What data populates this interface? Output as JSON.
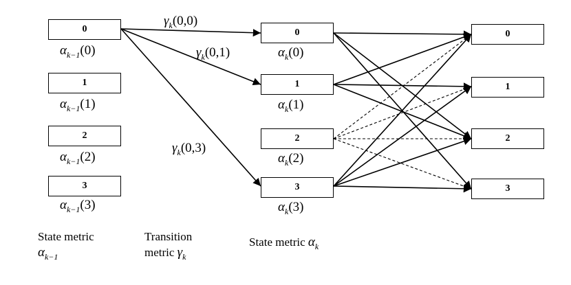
{
  "states": [
    "0",
    "1",
    "2",
    "3"
  ],
  "alpha_prev_labels": [
    {
      "sym": "α",
      "sub": "k−1",
      "arg": "(0)"
    },
    {
      "sym": "α",
      "sub": "k−1",
      "arg": "(1)"
    },
    {
      "sym": "α",
      "sub": "k−1",
      "arg": "(2)"
    },
    {
      "sym": "α",
      "sub": "k−1",
      "arg": "(3)"
    }
  ],
  "alpha_labels": [
    {
      "sym": "α",
      "sub": "k",
      "arg": "(0)"
    },
    {
      "sym": "α",
      "sub": "k",
      "arg": "(1)"
    },
    {
      "sym": "α",
      "sub": "k",
      "arg": "(2)"
    },
    {
      "sym": "α",
      "sub": "k",
      "arg": "(3)"
    }
  ],
  "gamma_labels": [
    {
      "sym": "γ",
      "sub": "k",
      "arg": "(0,0)"
    },
    {
      "sym": "γ",
      "sub": "k",
      "arg": "(0,1)"
    },
    {
      "sym": "γ",
      "sub": "k",
      "arg": "(0,3)"
    }
  ],
  "captions": {
    "col1_line1": "State metric",
    "col1_sym": "α",
    "col1_sub": "k−1",
    "col2_line1": "Transition",
    "col2_line2": "metric",
    "col2_sym": "γ",
    "col2_sub": "k",
    "col3_text": "State metric",
    "col3_sym": "α",
    "col3_sub": "k"
  },
  "transitions_from_prev_state_0": [
    "0→0",
    "0→1",
    "0→3"
  ],
  "transitions_to_next": [
    {
      "from": "0",
      "to": "0",
      "style": "solid"
    },
    {
      "from": "0",
      "to": "2",
      "style": "solid"
    },
    {
      "from": "0",
      "to": "3",
      "style": "solid"
    },
    {
      "from": "1",
      "to": "0",
      "style": "solid"
    },
    {
      "from": "1",
      "to": "1",
      "style": "solid"
    },
    {
      "from": "1",
      "to": "2",
      "style": "solid"
    },
    {
      "from": "2",
      "to": "0",
      "style": "dashed"
    },
    {
      "from": "2",
      "to": "1",
      "style": "dashed"
    },
    {
      "from": "2",
      "to": "2",
      "style": "dashed"
    },
    {
      "from": "2",
      "to": "3",
      "style": "dashed"
    },
    {
      "from": "3",
      "to": "0",
      "style": "solid"
    },
    {
      "from": "3",
      "to": "1",
      "style": "solid"
    },
    {
      "from": "3",
      "to": "2",
      "style": "solid"
    },
    {
      "from": "3",
      "to": "3",
      "style": "solid"
    }
  ]
}
